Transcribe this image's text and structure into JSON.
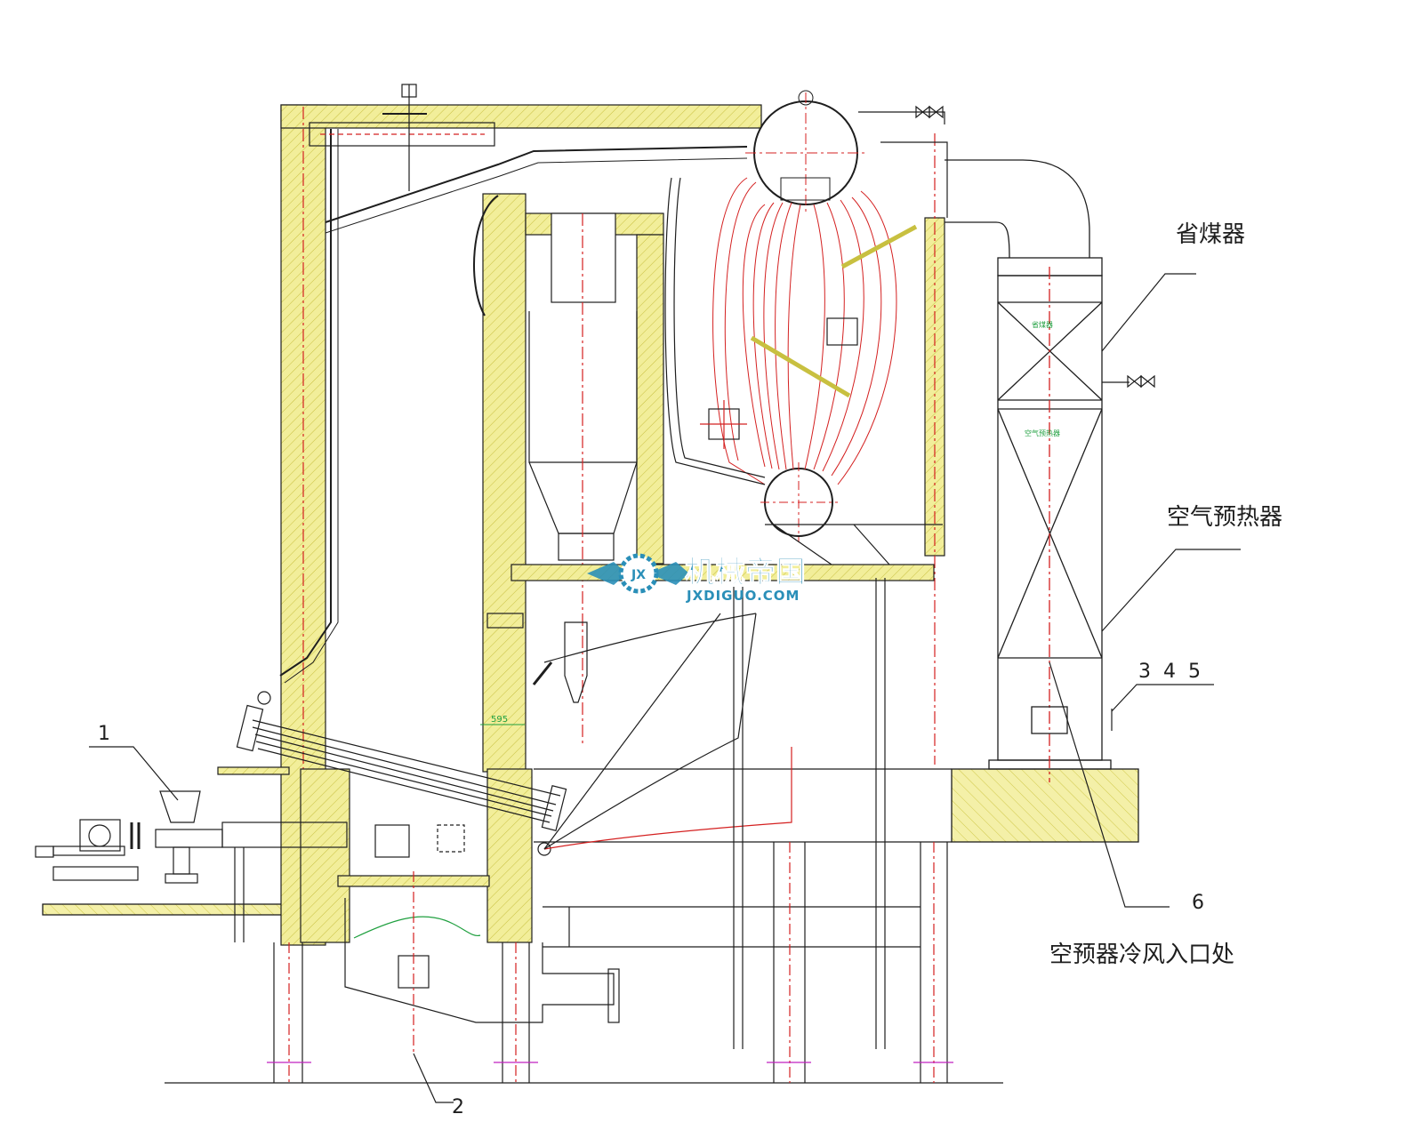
{
  "labels": {
    "economizer": "省煤器",
    "air_preheater": "空气预热器",
    "cold_air_inlet": "空预器冷风入口处",
    "num_1": "1",
    "num_2": "2",
    "num_345": "3  4  5",
    "num_6": "6"
  },
  "small_labels": {
    "economizer_box": "省煤器",
    "air_preheater_box": "空气预热器",
    "dimension": "595"
  },
  "watermark": {
    "brand_cn": "机械帝国",
    "brand_en": "JXDIGUO.COM",
    "badge": "JX"
  },
  "colors": {
    "outline": "#1e1e1e",
    "center_line": "#d42020",
    "insulation": "#e8e060",
    "insulation_hatch": "#c8c040",
    "hatch_red": "#e06060",
    "dimension": "#20a040",
    "magenta": "#c020c0",
    "watermark": "#2a8fb8"
  }
}
